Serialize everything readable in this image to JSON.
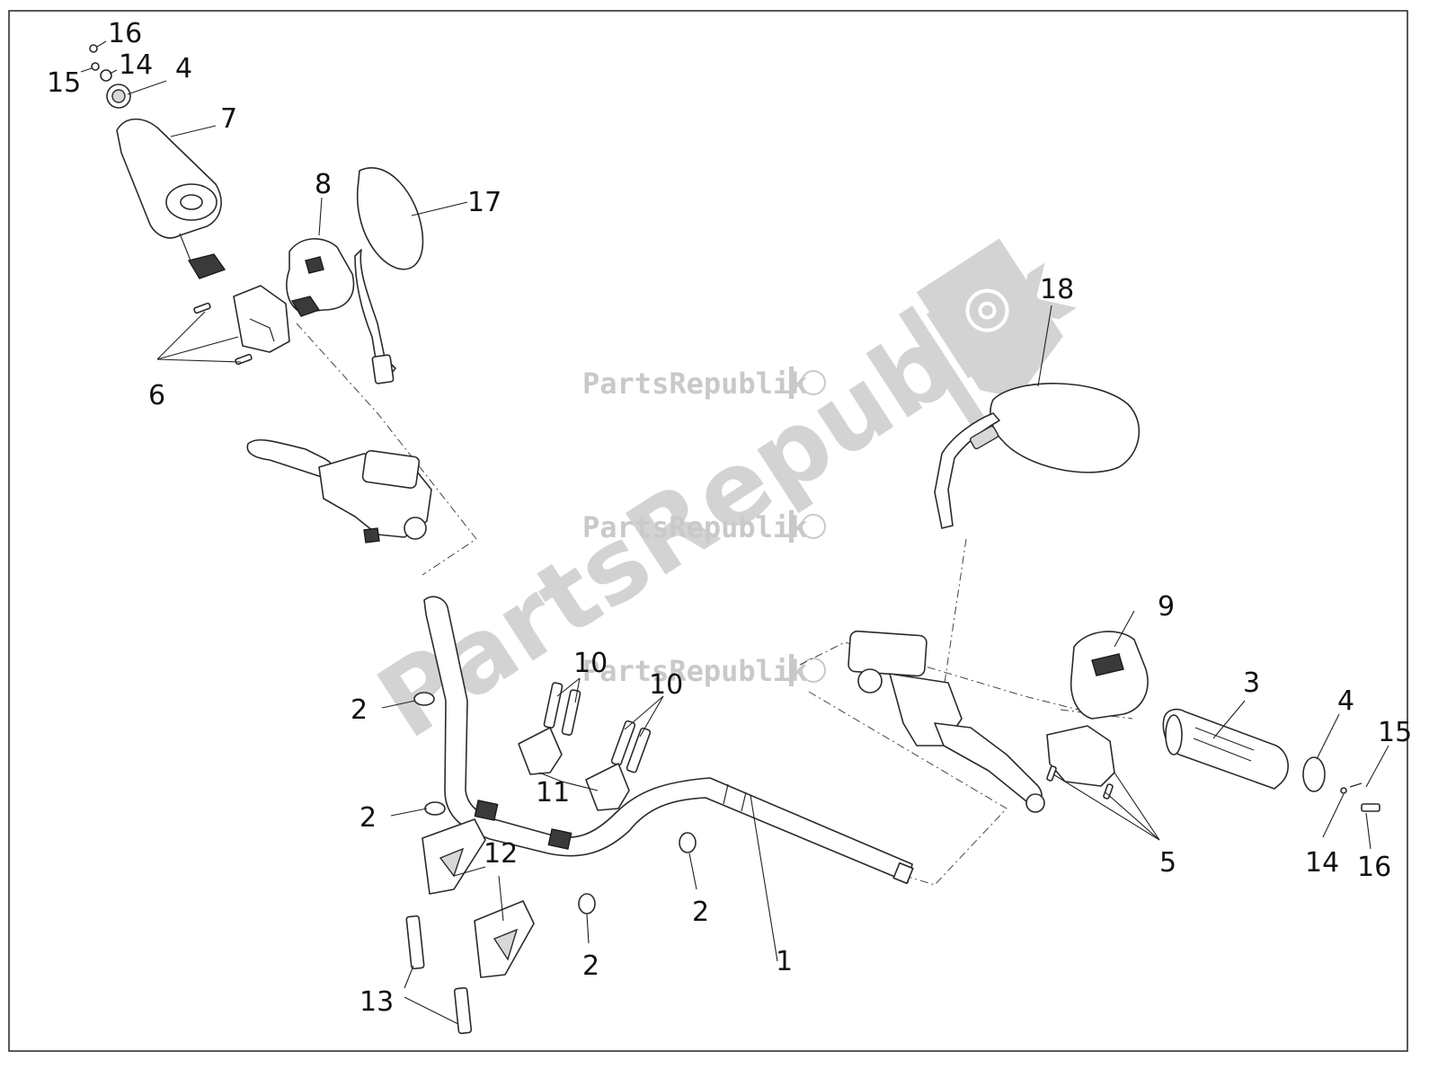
{
  "watermark": {
    "brand": "PartsRepublik",
    "large_text": "PartsRepublik"
  },
  "callouts": {
    "c1": "1",
    "c2a": "2",
    "c2b": "2",
    "c2c": "2",
    "c2d": "2",
    "c3": "3",
    "c4a": "4",
    "c4b": "4",
    "c5": "5",
    "c6": "6",
    "c7": "7",
    "c8": "8",
    "c9": "9",
    "c10a": "10",
    "c10b": "10",
    "c11": "11",
    "c12": "12",
    "c13": "13",
    "c14a": "14",
    "c14b": "14",
    "c15a": "15",
    "c15b": "15",
    "c16a": "16",
    "c16b": "16",
    "c17": "17",
    "c18": "18"
  }
}
